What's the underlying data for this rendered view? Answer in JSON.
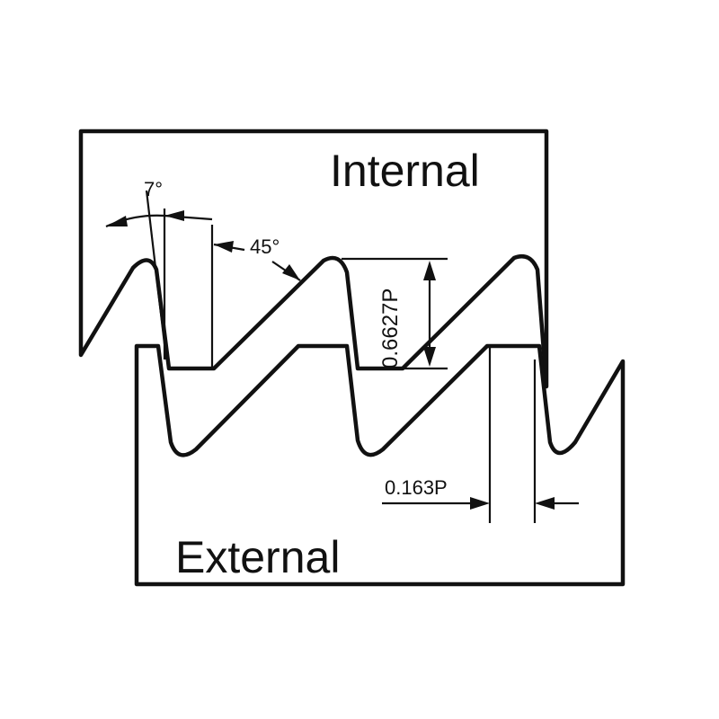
{
  "labels": {
    "internal": "Internal",
    "external": "External",
    "flank_angle": "7°",
    "lead_angle": "45°",
    "thread_depth": "0.6627P",
    "crest_width": "0.163P"
  },
  "colors": {
    "line": "#111111",
    "background": "#ffffff"
  }
}
